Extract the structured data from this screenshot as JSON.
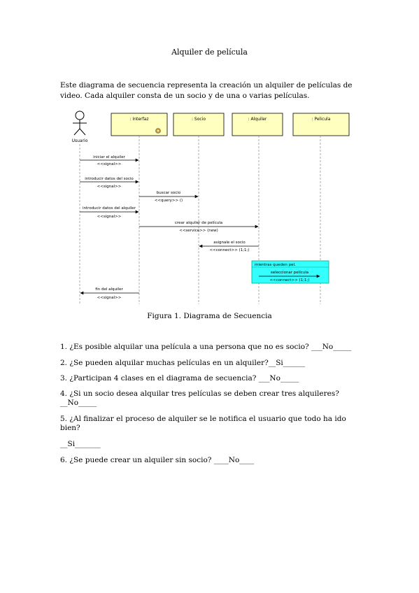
{
  "document": {
    "title": "Alquiler de película",
    "intro": "Este diagrama de secuencia representa la creación un alquiler de películas de video. Cada alquiler consta de un socio y de una o varias películas.",
    "caption": "Figura 1.  Diagrama de Secuencia"
  },
  "diagram": {
    "actor": "Usuario",
    "objects": [
      ": Interfaz",
      ": Socio",
      ": Alquiler",
      ": Pelicula"
    ],
    "messages": [
      {
        "label": "iniciar el alquiler",
        "stereotype": "<<signal>>"
      },
      {
        "label": "introducir datos del socio",
        "stereotype": "<<signal>>"
      },
      {
        "label": "buscar socio",
        "stereotype": "<<query>> ()"
      },
      {
        "label": "introducir datos del alquiler",
        "stereotype": "<<signal>>"
      },
      {
        "label": "crear alquiler de película",
        "stereotype": "<<service>> (new)"
      },
      {
        "label": "asignale el socio",
        "stereotype": "<<connect>> (1;1;)"
      },
      {
        "label": "seleccionar película",
        "stereotype": "<<connect>> (1;1;)"
      },
      {
        "label": "fin del alquiler",
        "stereotype": "<<signal>>"
      }
    ],
    "loop_label": "mientras queden pel.",
    "colors": {
      "object_fill": "#ffffc0",
      "loop_fill": "#33ffff",
      "lifeline": "#888888"
    }
  },
  "questions": [
    "1. ¿Es posible alquilar una película a una persona que no es socio? ___No_____",
    "2. ¿Se pueden alquilar muchas películas en un alquiler?__Si______",
    "3. ¿Participan 4 clases en el diagrama de secuencia? ___No_____",
    "4. ¿Si un socio desea alquilar tres películas se deben crear tres alquileres? __No_____",
    "5. ¿Al finalizar el proceso de alquiler se le notifica el usuario que todo ha ido bien?",
    "__Si_______",
    "6. ¿Se puede crear un alquiler sin socio? ____No____"
  ]
}
